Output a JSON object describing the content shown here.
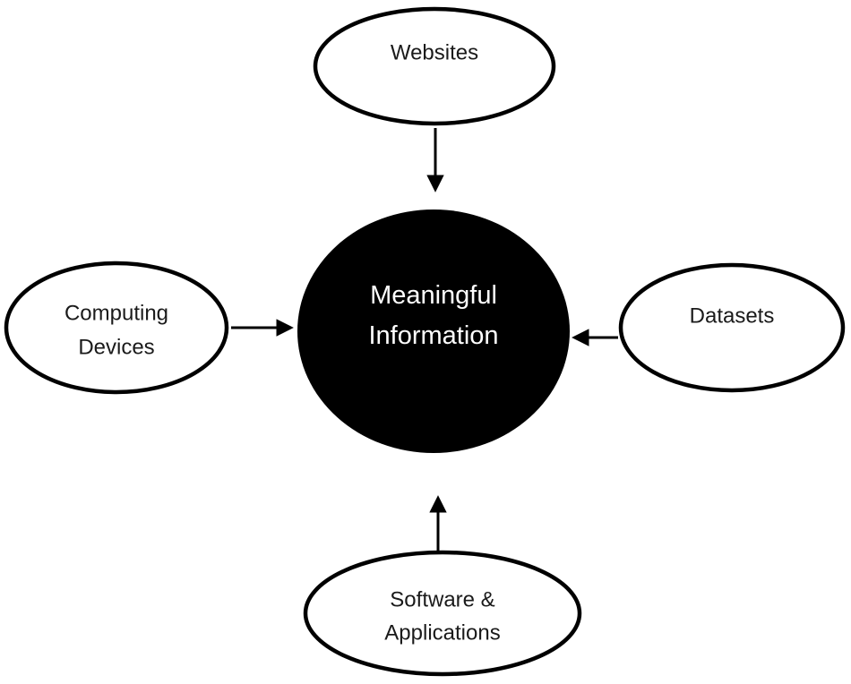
{
  "diagram": {
    "center_node": {
      "lines": [
        "Meaningful",
        "Information"
      ]
    },
    "nodes": {
      "websites": {
        "label": "Websites"
      },
      "computing_devices": {
        "line1": "Computing",
        "line2": "Devices"
      },
      "datasets": {
        "label": "Datasets"
      },
      "software_applications": {
        "line1": "Software &",
        "line2": "Applications"
      }
    },
    "colors": {
      "background": "#ffffff",
      "node_fill": "#ffffff",
      "node_stroke": "#000000",
      "node_text": "#1a1a1a",
      "center_fill": "#000000",
      "center_text": "#ffffff",
      "arrow": "#000000"
    }
  }
}
